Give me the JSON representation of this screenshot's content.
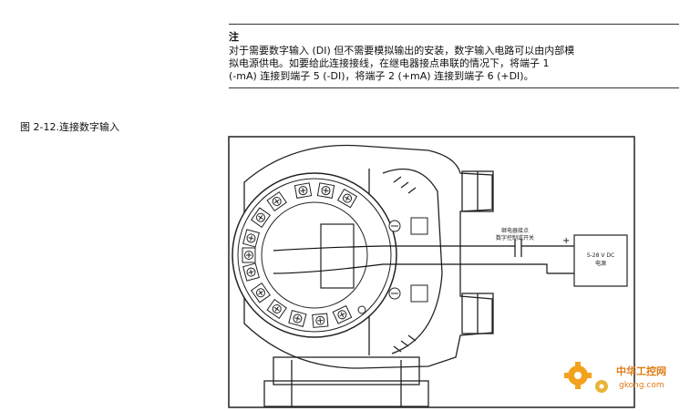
{
  "note": {
    "title": "注",
    "lines": [
      "对于需要数字输入 (DI) 但不需要模拟输出的安装，数字输入电路可以由内部模",
      "拟电源供电。如要给此连接接线，在继电器接点串联的情况下，将端子 1",
      "(-mA) 连接到端子 5 (-DI)，将端子 2 (+mA) 连接到端子 6 (+DI)。"
    ]
  },
  "figure": {
    "caption": "图 2-12.连接数字输入",
    "relay_label_line1": "继电器接点",
    "relay_label_line2": "数字控制或开关",
    "plus_sign": "+",
    "minus_sign": "−",
    "supply_label_line1": "5-28 V DC",
    "supply_label_line2": "电源"
  },
  "watermark": {
    "line1": "中华工控网",
    "line2": "gkong.com"
  }
}
